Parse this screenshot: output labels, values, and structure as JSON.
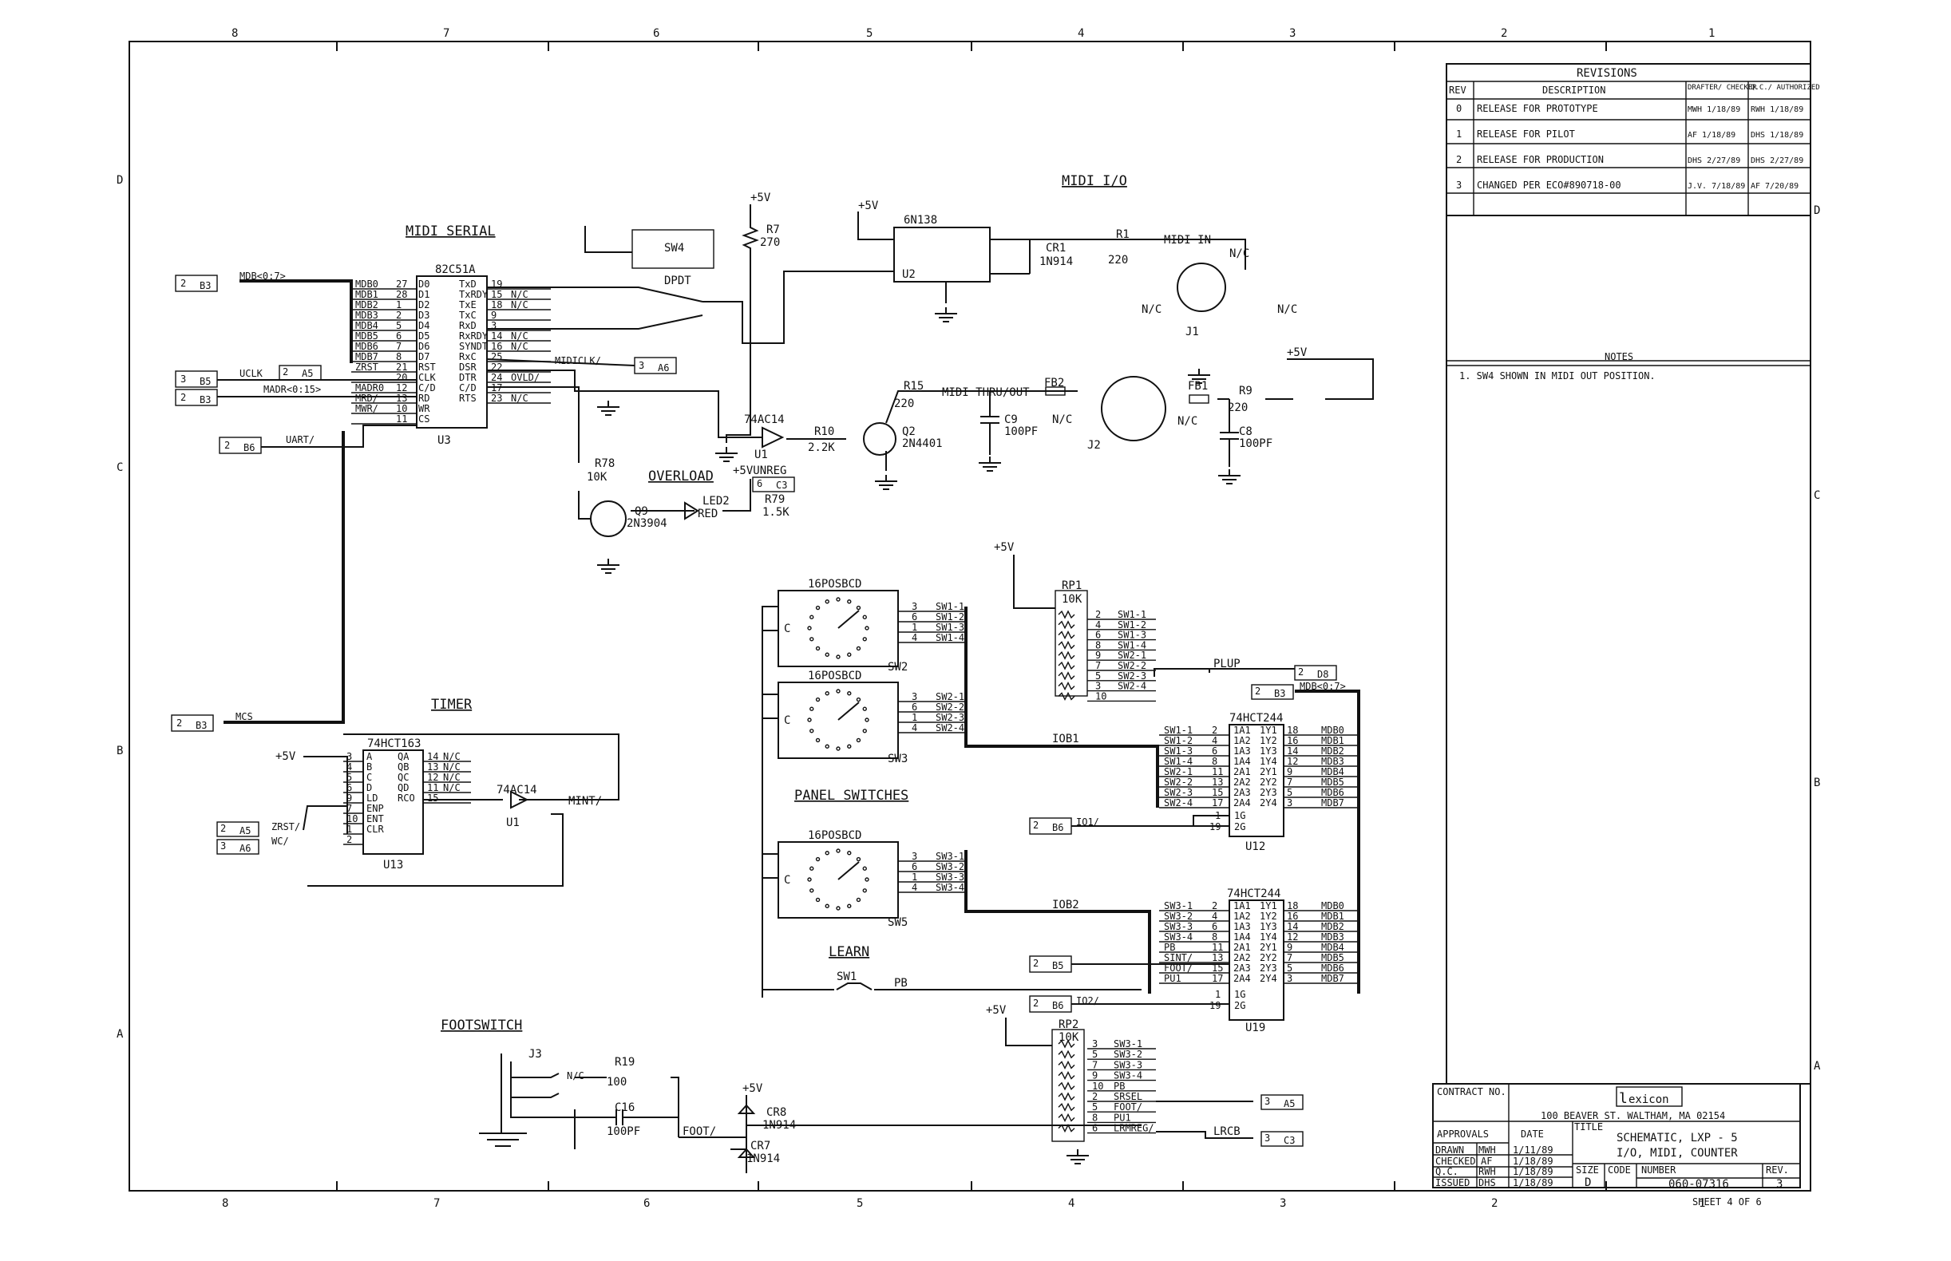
{
  "border": {
    "top_zones": [
      "8",
      "7",
      "6",
      "5",
      "4",
      "3",
      "2",
      "1"
    ],
    "bottom_zones": [
      "8",
      "7",
      "6",
      "5",
      "4",
      "3",
      "2",
      "1"
    ],
    "left_rows": [
      "D",
      "C",
      "B",
      "A"
    ],
    "right_rows": [
      "D",
      "C",
      "B",
      "A"
    ]
  },
  "sections": {
    "midi_serial": "MIDI SERIAL",
    "midi_io": "MIDI I/O",
    "overload": "OVERLOAD",
    "timer": "TIMER",
    "panel_switches": "PANEL SWITCHES",
    "learn": "LEARN",
    "footswitch": "FOOTSWITCH"
  },
  "u3": {
    "part": "82C51A",
    "ref": "U3",
    "left_pins": [
      {
        "net": "MDB0",
        "pin": "27",
        "fn": "D0"
      },
      {
        "net": "MDB1",
        "pin": "28",
        "fn": "D1"
      },
      {
        "net": "MDB2",
        "pin": "1",
        "fn": "D2"
      },
      {
        "net": "MDB3",
        "pin": "2",
        "fn": "D3"
      },
      {
        "net": "MDB4",
        "pin": "5",
        "fn": "D4"
      },
      {
        "net": "MDB5",
        "pin": "6",
        "fn": "D5"
      },
      {
        "net": "MDB6",
        "pin": "7",
        "fn": "D6"
      },
      {
        "net": "MDB7",
        "pin": "8",
        "fn": "D7"
      },
      {
        "net": "ZRST",
        "pin": "21",
        "fn": "RST"
      },
      {
        "net": "",
        "pin": "20",
        "fn": "CLK"
      },
      {
        "net": "MADR0",
        "pin": "12",
        "fn": "C/D"
      },
      {
        "net": "MRD/",
        "pin": "13",
        "fn": "RD"
      },
      {
        "net": "MWR/",
        "pin": "10",
        "fn": "WR"
      },
      {
        "net": "",
        "pin": "11",
        "fn": "CS"
      }
    ],
    "right_pins": [
      {
        "fn": "TxD",
        "pin": "19",
        "net": ""
      },
      {
        "fn": "TxRDY",
        "pin": "15",
        "net": "N/C"
      },
      {
        "fn": "TxE",
        "pin": "18",
        "net": "N/C"
      },
      {
        "fn": "TxC",
        "pin": "9",
        "net": ""
      },
      {
        "fn": "RxD",
        "pin": "3",
        "net": ""
      },
      {
        "fn": "RxRDY",
        "pin": "14",
        "net": "N/C"
      },
      {
        "fn": "SYNDT",
        "pin": "16",
        "net": "N/C"
      },
      {
        "fn": "RxC",
        "pin": "25",
        "net": ""
      },
      {
        "fn": "DSR",
        "pin": "22",
        "net": ""
      },
      {
        "fn": "DTR",
        "pin": "24",
        "net": "OVLD/"
      },
      {
        "fn": "C/D",
        "pin": "17",
        "net": ""
      },
      {
        "fn": "RTS",
        "pin": "23",
        "net": "N/C"
      }
    ]
  },
  "offpage": {
    "mdb_in": {
      "ref": "2",
      "zone": "B3",
      "net": "MDB<0:7>"
    },
    "uclk": {
      "ref": "3",
      "zone": "B5",
      "net": "UCLK"
    },
    "uclk_a5": {
      "ref": "2",
      "zone": "A5"
    },
    "madr": {
      "ref": "2",
      "zone": "B3",
      "net": "MADR<0:15>"
    },
    "uart": {
      "ref": "2",
      "zone": "B6",
      "net": "UART/"
    },
    "midiclk": {
      "net": "MIDICLK/",
      "ref": "3",
      "zone": "A6"
    },
    "mcs": {
      "ref": "2",
      "zone": "B3",
      "net": "MCS"
    },
    "zrst_a5": {
      "ref": "2",
      "zone": "A5",
      "net": "ZRST/"
    },
    "wc_a6": {
      "ref": "3",
      "zone": "A6",
      "net": "WC/"
    },
    "plup": {
      "net": "PLUP",
      "ref": "2",
      "zone": "D8"
    },
    "mdb_out": {
      "ref": "2",
      "zone": "B3",
      "net": "MDB<0:7>"
    },
    "io1": {
      "ref": "2",
      "zone": "B6",
      "net": "IO1/"
    },
    "b5": {
      "ref": "2",
      "zone": "B5"
    },
    "io2": {
      "ref": "2",
      "zone": "B6",
      "net": "IO2/"
    },
    "a5": {
      "ref": "3",
      "zone": "A5"
    },
    "lrcb": {
      "net": "LRCB",
      "ref": "3",
      "zone": "C3"
    },
    "c3": {
      "ref": "6",
      "zone": "C3",
      "net": "+5VUNREG"
    }
  },
  "midi": {
    "sw4": "SW4",
    "dpdt": "DPDT",
    "r7": "R7",
    "r7v": "270",
    "p5v": "+5V",
    "opto": "6N138",
    "u2": "U2",
    "cr1": "CR1",
    "cr1v": "1N914",
    "r1": "R1",
    "r1v": "220",
    "midi_in": "MIDI IN",
    "nc": "N/C",
    "j1": "J1",
    "r15": "R15",
    "r15v": "220",
    "midi_thru": "MIDI THRU/OUT",
    "fb2": "FB2",
    "fb1": "FB1",
    "r9": "R9",
    "r9v": "220",
    "c9": "C9",
    "c9v": "100PF",
    "c8": "C8",
    "c8v": "100PF",
    "j2": "J2",
    "u1": "74AC14",
    "u1ref": "U1",
    "r10": "R10",
    "r10v": "2.2K",
    "q2": "Q2",
    "q2v": "2N4401",
    "r78": "R78",
    "r78v": "10K",
    "q9": "Q9",
    "q9v": "2N3904",
    "led2": "LED2",
    "led2v": "RED",
    "r79": "R79",
    "r79v": "1.5K"
  },
  "timer": {
    "part": "74HCT163",
    "ref": "U13",
    "left": [
      {
        "pin": "3",
        "fn": "A"
      },
      {
        "pin": "4",
        "fn": "B"
      },
      {
        "pin": "5",
        "fn": "C"
      },
      {
        "pin": "6",
        "fn": "D"
      },
      {
        "pin": "9",
        "fn": "LD"
      },
      {
        "pin": "7",
        "fn": "ENP"
      },
      {
        "pin": "10",
        "fn": "ENT"
      },
      {
        "pin": "1",
        "fn": "CLR"
      },
      {
        "pin": "2",
        "fn": ""
      }
    ],
    "right": [
      {
        "fn": "QA",
        "pin": "14",
        "net": "N/C"
      },
      {
        "fn": "QB",
        "pin": "13",
        "net": "N/C"
      },
      {
        "fn": "QC",
        "pin": "12",
        "net": "N/C"
      },
      {
        "fn": "QD",
        "pin": "11",
        "net": "N/C"
      },
      {
        "fn": "RCO",
        "pin": "15",
        "net": ""
      }
    ],
    "inv": "74AC14",
    "invref": "U1",
    "mint": "MINT/"
  },
  "switches": {
    "bcd": "16POSBCD",
    "sw2": "SW2",
    "sw3": "SW3",
    "sw5": "SW5",
    "sw2_pins": [
      {
        "p": "3",
        "n": "SW1-1"
      },
      {
        "p": "6",
        "n": "SW1-2"
      },
      {
        "p": "1",
        "n": "SW1-3"
      },
      {
        "p": "4",
        "n": "SW1-4"
      }
    ],
    "sw3_pins": [
      {
        "p": "3",
        "n": "SW2-1"
      },
      {
        "p": "6",
        "n": "SW2-2"
      },
      {
        "p": "1",
        "n": "SW2-3"
      },
      {
        "p": "4",
        "n": "SW2-4"
      }
    ],
    "sw5_pins": [
      {
        "p": "3",
        "n": "SW3-1"
      },
      {
        "p": "6",
        "n": "SW3-2"
      },
      {
        "p": "1",
        "n": "SW3-3"
      },
      {
        "p": "4",
        "n": "SW3-4"
      }
    ],
    "rp1": "RP1",
    "rp1v": "10K",
    "rp1_pins": [
      {
        "p": "2",
        "n": "SW1-1"
      },
      {
        "p": "4",
        "n": "SW1-2"
      },
      {
        "p": "6",
        "n": "SW1-3"
      },
      {
        "p": "8",
        "n": "SW1-4"
      },
      {
        "p": "9",
        "n": "SW2-1"
      },
      {
        "p": "7",
        "n": "SW2-2"
      },
      {
        "p": "5",
        "n": "SW2-3"
      },
      {
        "p": "3",
        "n": "SW2-4"
      },
      {
        "p": "10",
        "n": ""
      }
    ],
    "rp2": "RP2",
    "rp2v": "10K",
    "rp2_pins": [
      {
        "p": "3",
        "n": "SW3-1"
      },
      {
        "p": "5",
        "n": "SW3-2"
      },
      {
        "p": "7",
        "n": "SW3-3"
      },
      {
        "p": "9",
        "n": "SW3-4"
      },
      {
        "p": "10",
        "n": "PB"
      },
      {
        "p": "2",
        "n": "SRSEL"
      },
      {
        "p": "5",
        "n": "FOOT/"
      },
      {
        "p": "8",
        "n": "PU1"
      },
      {
        "p": "6",
        "n": "LRMREG/"
      }
    ],
    "io1": "IOB1",
    "io2": "IOB2",
    "sw1": "SW1",
    "pb": "PB"
  },
  "u12": {
    "part": "74HCT244",
    "ref": "U12",
    "rows": [
      {
        "in": "SW1-1",
        "pin": "2",
        "fn": "1A1",
        "fo": "1Y1",
        "po": "18",
        "out": "MDB0"
      },
      {
        "in": "SW1-2",
        "pin": "4",
        "fn": "1A2",
        "fo": "1Y2",
        "po": "16",
        "out": "MDB1"
      },
      {
        "in": "SW1-3",
        "pin": "6",
        "fn": "1A3",
        "fo": "1Y3",
        "po": "14",
        "out": "MDB2"
      },
      {
        "in": "SW1-4",
        "pin": "8",
        "fn": "1A4",
        "fo": "1Y4",
        "po": "12",
        "out": "MDB3"
      },
      {
        "in": "SW2-1",
        "pin": "11",
        "fn": "2A1",
        "fo": "2Y1",
        "po": "9",
        "out": "MDB4"
      },
      {
        "in": "SW2-2",
        "pin": "13",
        "fn": "2A2",
        "fo": "2Y2",
        "po": "7",
        "out": "MDB5"
      },
      {
        "in": "SW2-3",
        "pin": "15",
        "fn": "2A3",
        "fo": "2Y3",
        "po": "5",
        "out": "MDB6"
      },
      {
        "in": "SW2-4",
        "pin": "17",
        "fn": "2A4",
        "fo": "2Y4",
        "po": "3",
        "out": "MDB7"
      }
    ],
    "g1": "1G",
    "g2": "2G",
    "p1": "1",
    "p19": "19"
  },
  "u19": {
    "part": "74HCT244",
    "ref": "U19",
    "rows": [
      {
        "in": "SW3-1",
        "pin": "2",
        "fn": "1A1",
        "fo": "1Y1",
        "po": "18",
        "out": "MDB0"
      },
      {
        "in": "SW3-2",
        "pin": "4",
        "fn": "1A2",
        "fo": "1Y2",
        "po": "16",
        "out": "MDB1"
      },
      {
        "in": "SW3-3",
        "pin": "6",
        "fn": "1A3",
        "fo": "1Y3",
        "po": "14",
        "out": "MDB2"
      },
      {
        "in": "SW3-4",
        "pin": "8",
        "fn": "1A4",
        "fo": "1Y4",
        "po": "12",
        "out": "MDB3"
      },
      {
        "in": "PB",
        "pin": "11",
        "fn": "2A1",
        "fo": "2Y1",
        "po": "9",
        "out": "MDB4"
      },
      {
        "in": "SINT/",
        "pin": "13",
        "fn": "2A2",
        "fo": "2Y2",
        "po": "7",
        "out": "MDB5"
      },
      {
        "in": "FOOT/",
        "pin": "15",
        "fn": "2A3",
        "fo": "2Y3",
        "po": "5",
        "out": "MDB6"
      },
      {
        "in": "PU1",
        "pin": "17",
        "fn": "2A4",
        "fo": "2Y4",
        "po": "3",
        "out": "MDB7"
      }
    ],
    "g1": "1G",
    "g2": "2G",
    "p1": "1",
    "p19": "19"
  },
  "foot": {
    "j3": "J3",
    "nc": "N/C",
    "r19": "R19",
    "r19v": "100",
    "c16": "C16",
    "c16v": "100PF",
    "foot": "FOOT/",
    "cr8": "CR8",
    "cr8v": "1N914",
    "cr7": "CR7",
    "cr7v": "1N914",
    "p5v": "+5V"
  },
  "revisions": {
    "title": "REVISIONS",
    "headers": [
      "REV",
      "DESCRIPTION",
      "DRAFTER/ CHECKER",
      "Q.C./ AUTHORIZED"
    ],
    "rows": [
      {
        "rev": "0",
        "desc": "RELEASE FOR PROTOTYPE",
        "drafter": "MWH 1/18/89",
        "auth": "RWH 1/18/89"
      },
      {
        "rev": "1",
        "desc": "RELEASE FOR PILOT",
        "drafter": "AF 1/18/89",
        "auth": "DHS 1/18/89"
      },
      {
        "rev": "2",
        "desc": "RELEASE FOR PRODUCTION",
        "drafter": "DHS 2/27/89",
        "auth": "DHS 2/27/89"
      },
      {
        "rev": "3",
        "desc": "CHANGED PER ECO#890718-00",
        "drafter": "J.V. 7/18/89",
        "auth": "AF 7/20/89"
      }
    ]
  },
  "notes": {
    "title": "NOTES",
    "items": [
      "1. SW4 SHOWN IN MIDI OUT POSITION."
    ]
  },
  "titleblock": {
    "contract": "CONTRACT NO.",
    "company": "exicon",
    "address": "100 BEAVER ST. WALTHAM, MA 02154",
    "approvals": "APPROVALS",
    "date": "DATE",
    "title_lbl": "TITLE",
    "title1": "SCHEMATIC, LXP - 5",
    "title2": "I/O, MIDI, COUNTER",
    "drawn": "DRAWN",
    "drawn_by": "MWH",
    "drawn_date": "1/11/89",
    "checked": "CHECKED",
    "checked_by": "AF",
    "checked_date": "1/18/89",
    "qc": "Q.C.",
    "qc_by": "RWH",
    "qc_date": "1/18/89",
    "issued": "ISSUED",
    "issued_by": "DHS",
    "issued_date": "1/18/89",
    "size_lbl": "SIZE",
    "size": "D",
    "code_lbl": "CODE",
    "number_lbl": "NUMBER",
    "number": "060-07316",
    "rev_lbl": "REV.",
    "rev": "3",
    "sheet": "SHEET 4 OF 6"
  }
}
